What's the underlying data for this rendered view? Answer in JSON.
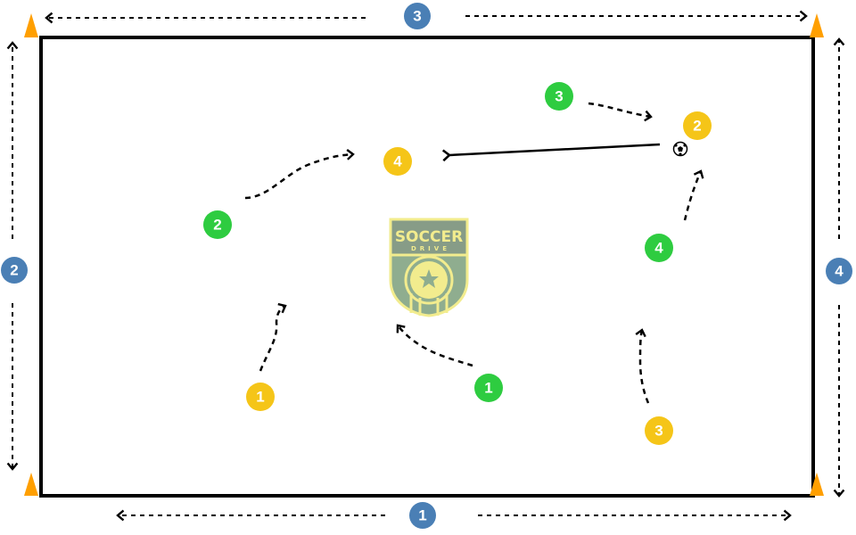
{
  "diagram": {
    "title": "Soccer Drill Field Diagram",
    "colors": {
      "field_line": "#000000",
      "cone": "#ff9f00",
      "green_team": "#2ecc40",
      "yellow_team": "#f5c518",
      "coach_blue": "#4a7fb5",
      "logo_fill": "#8fad8f",
      "logo_outline": "#f2ec8e"
    },
    "logo": {
      "line1": "SOCCER",
      "line2": "DRIVE"
    },
    "cones": [
      "top-left",
      "top-right",
      "bottom-left",
      "bottom-right"
    ],
    "boundary_markers": [
      {
        "id": "blue-1",
        "label": "1",
        "side": "bottom"
      },
      {
        "id": "blue-2",
        "label": "2",
        "side": "left"
      },
      {
        "id": "blue-3",
        "label": "3",
        "side": "top"
      },
      {
        "id": "blue-4",
        "label": "4",
        "side": "right"
      }
    ],
    "green_players": [
      {
        "label": "1"
      },
      {
        "label": "2"
      },
      {
        "label": "3"
      },
      {
        "label": "4"
      }
    ],
    "yellow_players": [
      {
        "label": "1"
      },
      {
        "label": "2"
      },
      {
        "label": "3"
      },
      {
        "label": "4"
      }
    ],
    "ball": {
      "holder": "yellow-2"
    },
    "pass": {
      "from": "yellow-2",
      "to": "yellow-4",
      "style": "solid"
    },
    "runs_style": "dashed"
  }
}
